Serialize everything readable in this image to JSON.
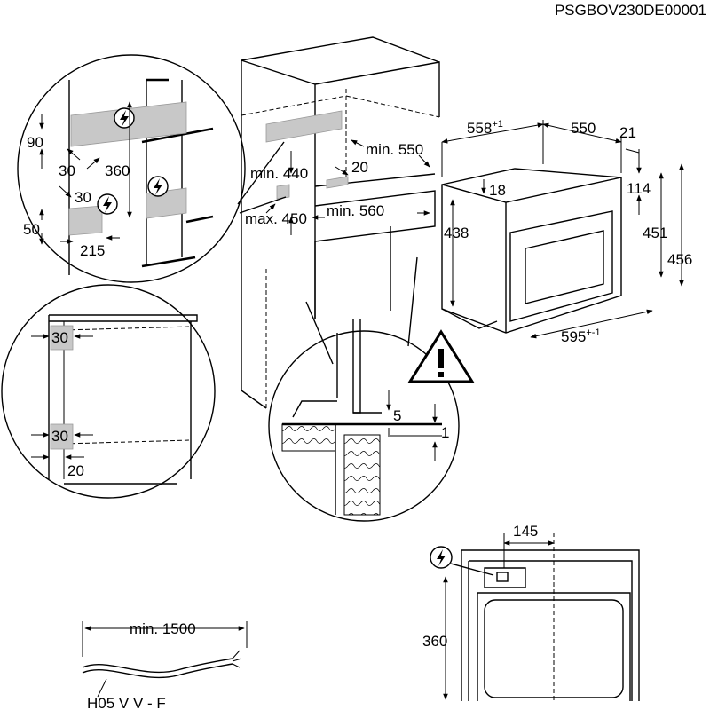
{
  "doc_code": "PSGBOV230DE00001",
  "labels": {
    "d90": "90",
    "d30a": "30",
    "d360a": "360",
    "d30b": "30",
    "d50": "50",
    "d215": "215",
    "min440": "min. 440",
    "d20a": "20",
    "max450": "max. 450",
    "min550": "min. 550",
    "min560": "min. 560",
    "d558": "558",
    "d558sup": "+1",
    "d550": "550",
    "d21": "21",
    "d18": "18",
    "d114": "114",
    "d438": "438",
    "d451": "451",
    "d456": "456",
    "d595": "595",
    "d595sup": "+-1",
    "d30c": "30",
    "d30d": "30",
    "d20b": "20",
    "d5": "5",
    "d1": "1",
    "d145": "145",
    "d360b": "360",
    "min1500": "min. 1500",
    "cable": "H05 V V - F"
  },
  "icons": [
    "electrical-hazard-icon",
    "warning-triangle-icon"
  ]
}
